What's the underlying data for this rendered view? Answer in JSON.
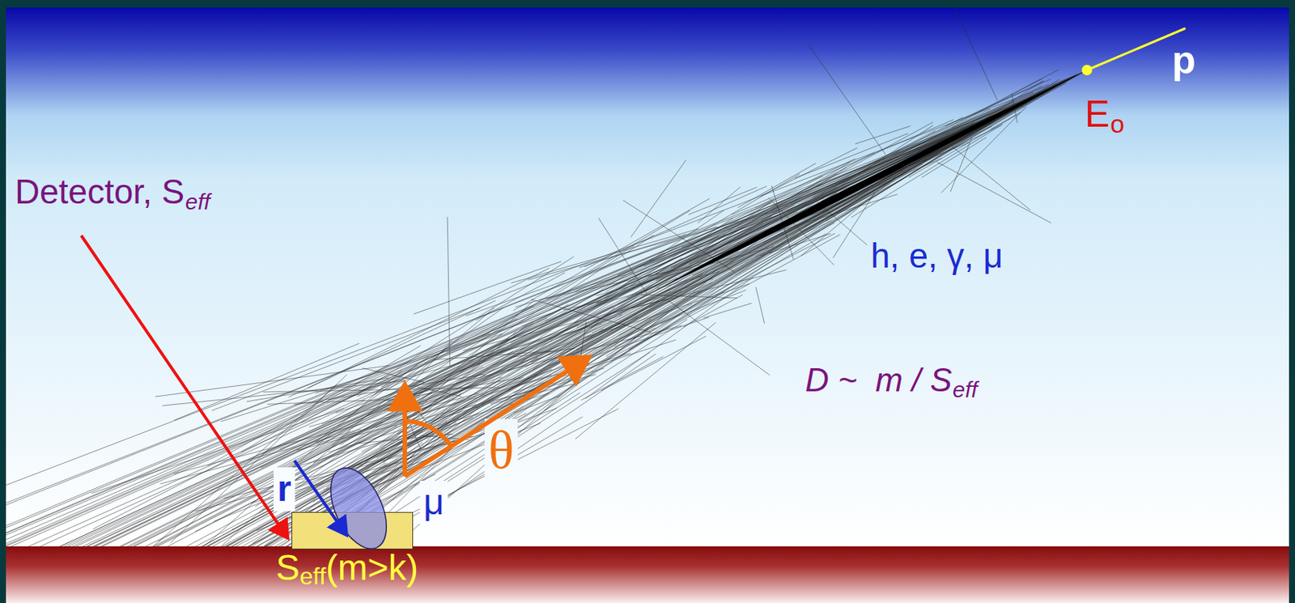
{
  "diagram": {
    "nodes": [
      {
        "text": [
          "S",
          "eff",
          "(m>k)"
        ]
      }
    ],
    "labels": [
      "p",
      "E",
      "o",
      "h, e, γ, μ",
      "D ~  m / S",
      "eff",
      "Detector, S",
      "eff",
      "r",
      "μ",
      "θ"
    ]
  }
}
